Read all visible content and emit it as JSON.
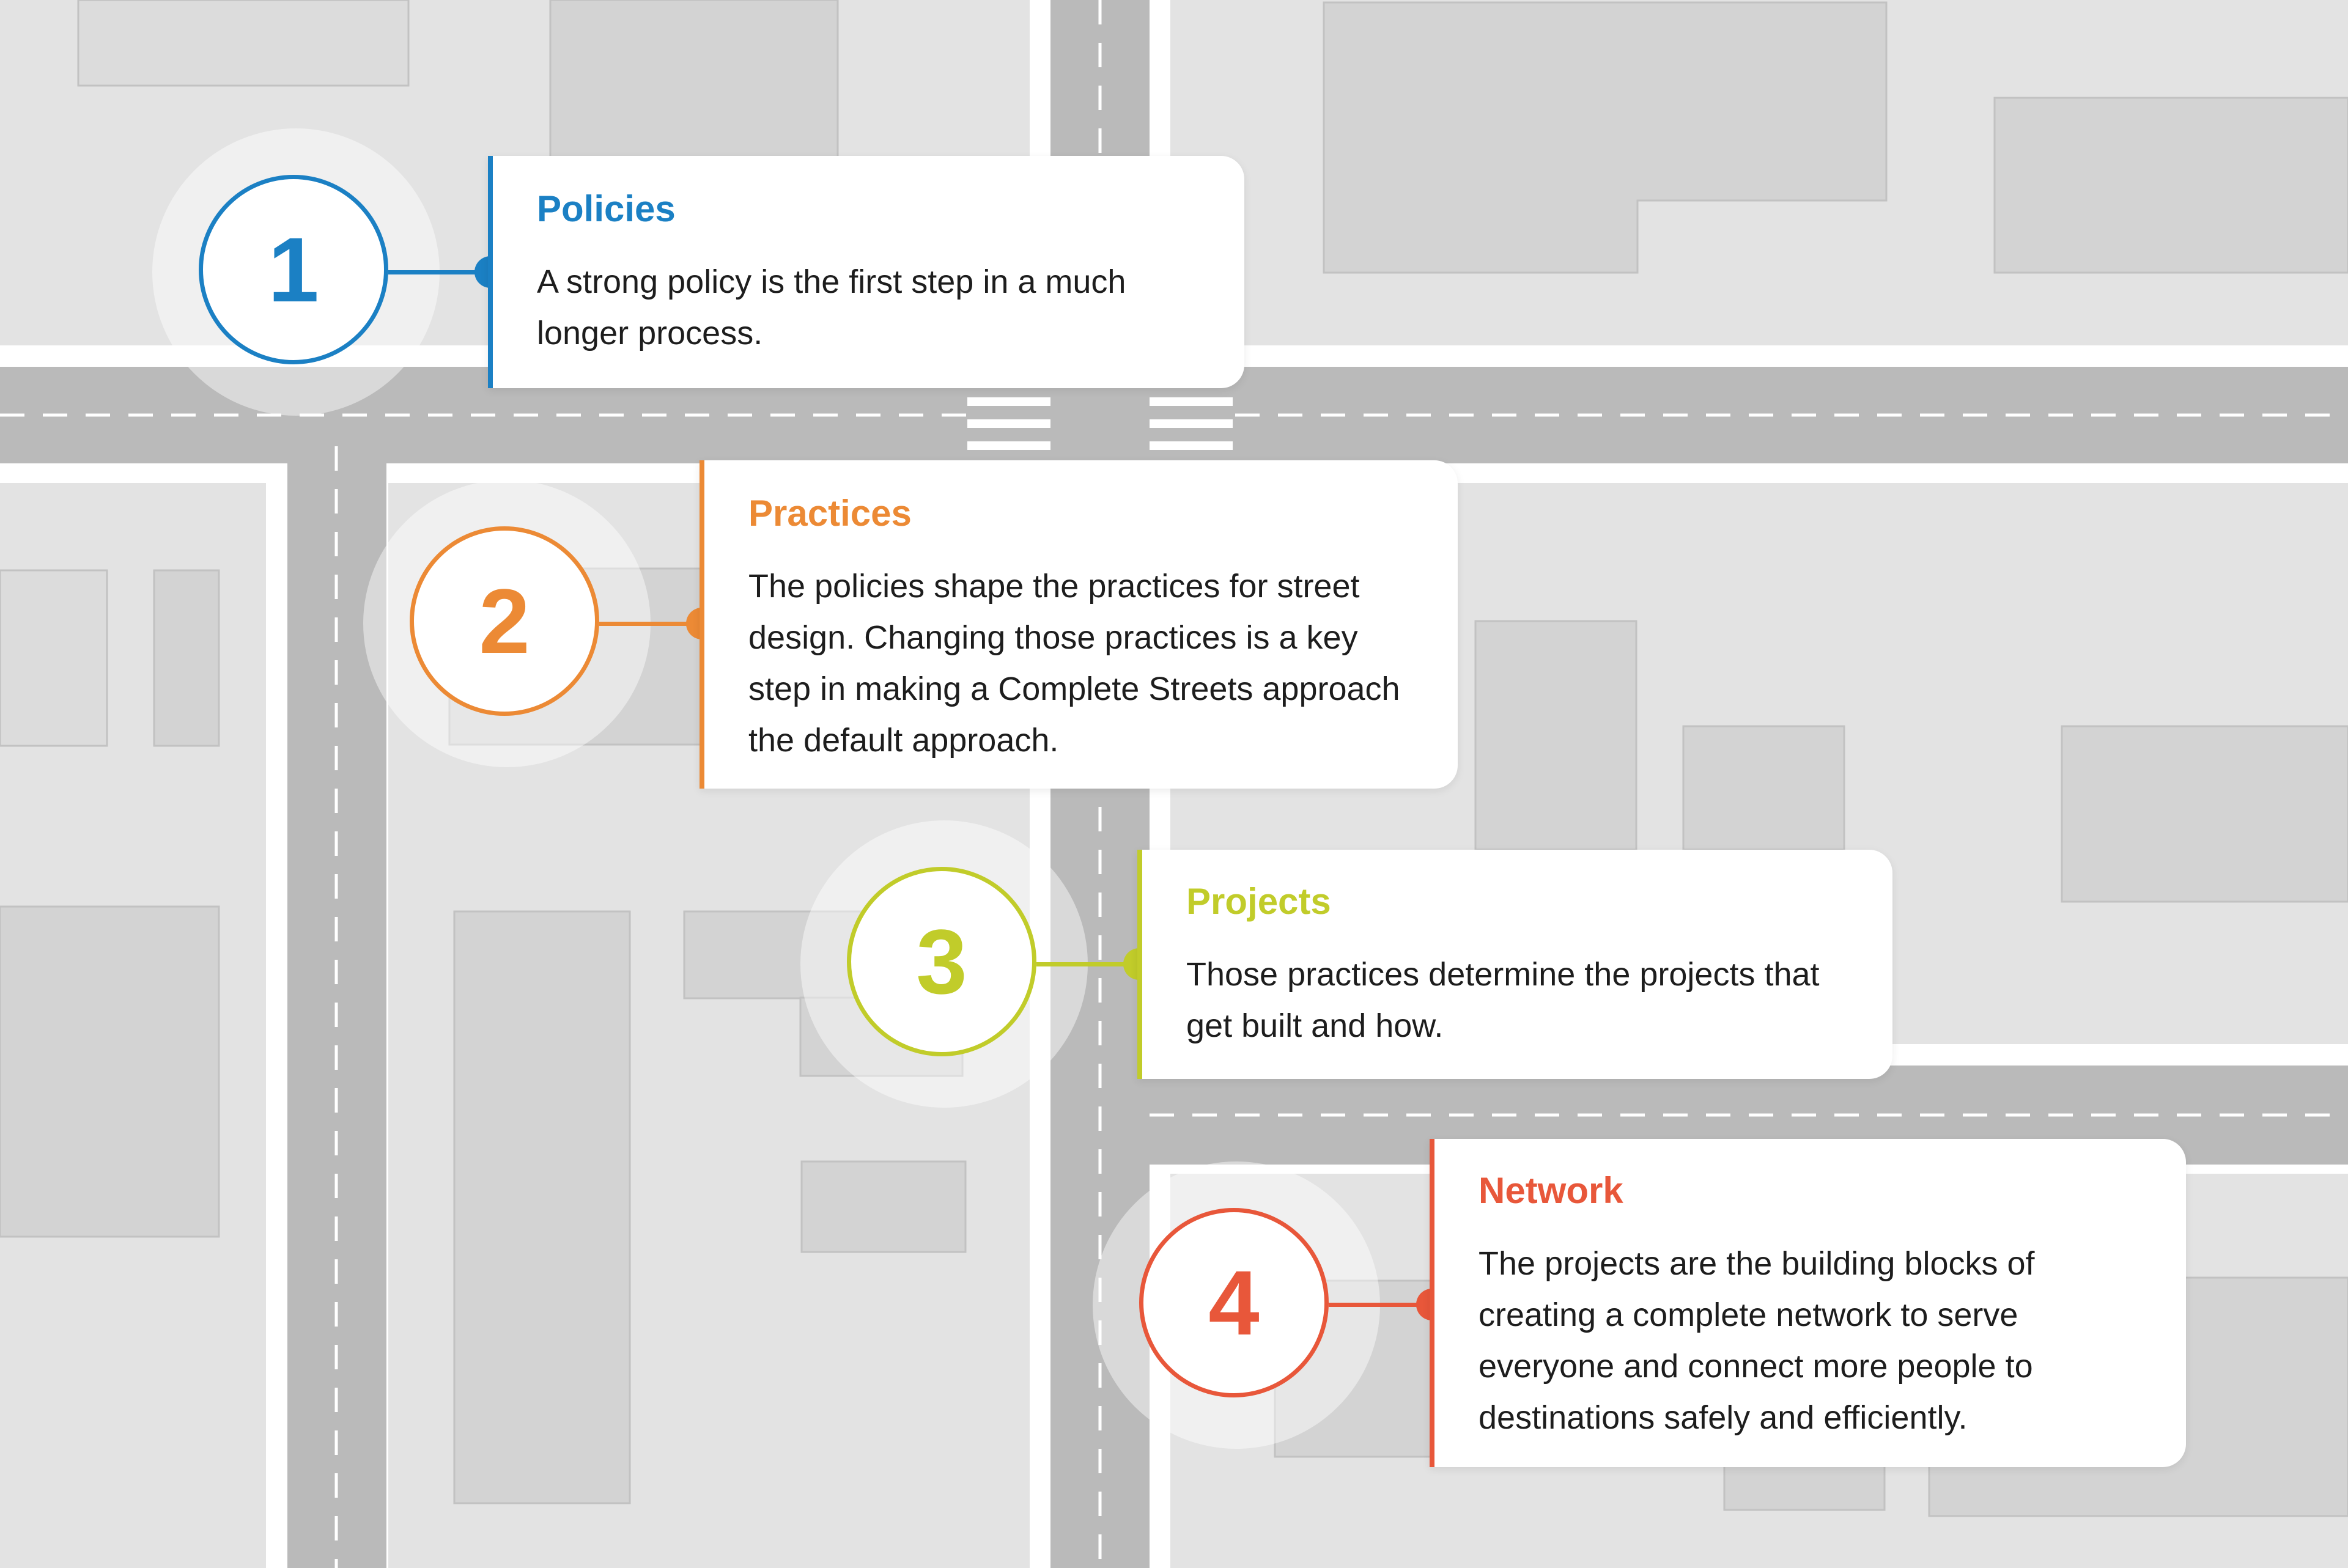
{
  "colors": {
    "background": "#e3e3e3",
    "block": "#d3d3d3",
    "road": "#bababa",
    "sidewalk": "#ffffff",
    "lane_dash": "#ffffff"
  },
  "steps": [
    {
      "number": "1",
      "title": "Policies",
      "color": "#1b80c4",
      "lines": [
        "A strong policy is the first step in a much",
        "longer process."
      ]
    },
    {
      "number": "2",
      "title": "Practices",
      "color": "#ec8a35",
      "lines": [
        "The policies shape the practices for street",
        "design. Changing those practices is a key",
        "step in making a Complete Streets approach",
        "the default approach."
      ]
    },
    {
      "number": "3",
      "title": "Projects",
      "color": "#c1cc2a",
      "lines": [
        "Those practices determine the projects that",
        "get built and how."
      ]
    },
    {
      "number": "4",
      "title": "Network",
      "color": "#e8573a",
      "lines": [
        "The projects are the building blocks of",
        "creating a complete network to serve",
        "everyone and connect more people to",
        "destinations safely and efficiently."
      ]
    }
  ]
}
